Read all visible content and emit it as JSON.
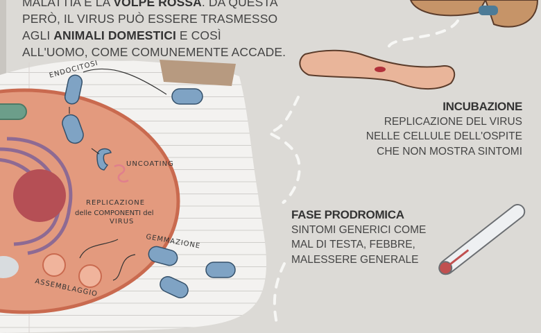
{
  "intro": {
    "line1_pre": "MALATTIA È LA ",
    "line1_bold": "VOLPE ROSSA",
    "line1_post": ". DA QUESTA",
    "line2": "PERÒ, IL VIRUS PUÒ ESSERE TRASMESSO",
    "line3_pre": "AGLI ",
    "line3_bold": "ANIMALI DOMESTICI",
    "line3_post": " E COSÌ",
    "line4": "ALL'UOMO, COME COMUNEMENTE ACCADE."
  },
  "cell_labels": {
    "endocitosi": "ENDOCITOSI",
    "uncoating": "UNCOATING",
    "replicazione_1": "REPLICAZIONE",
    "replicazione_2": "delle COMPONENTI del",
    "replicazione_3": "VIRUS",
    "gemmazione": "GEMMAZIONE",
    "assemblaggio": "ASSEMBLAGGIO"
  },
  "incubazione": {
    "title": "INCUBAZIONE",
    "lines": [
      "REPLICAZIONE DEL VIRUS",
      "NELLE CELLULE DELL'OSPITE",
      "CHE NON MOSTRA SINTOMI"
    ]
  },
  "prodromica": {
    "title": "FASE PRODROMICA",
    "lines": [
      "SINTOMI GENERICI COME",
      "MAL DI TESTA, FEBBRE,",
      "MALESSERE GENERALE"
    ]
  },
  "colors": {
    "background": "#dcdad6",
    "cell": "#e39a7e",
    "virus": "#7fa3c4",
    "nucleus": "#b54f55",
    "er": "#8e6a93"
  }
}
